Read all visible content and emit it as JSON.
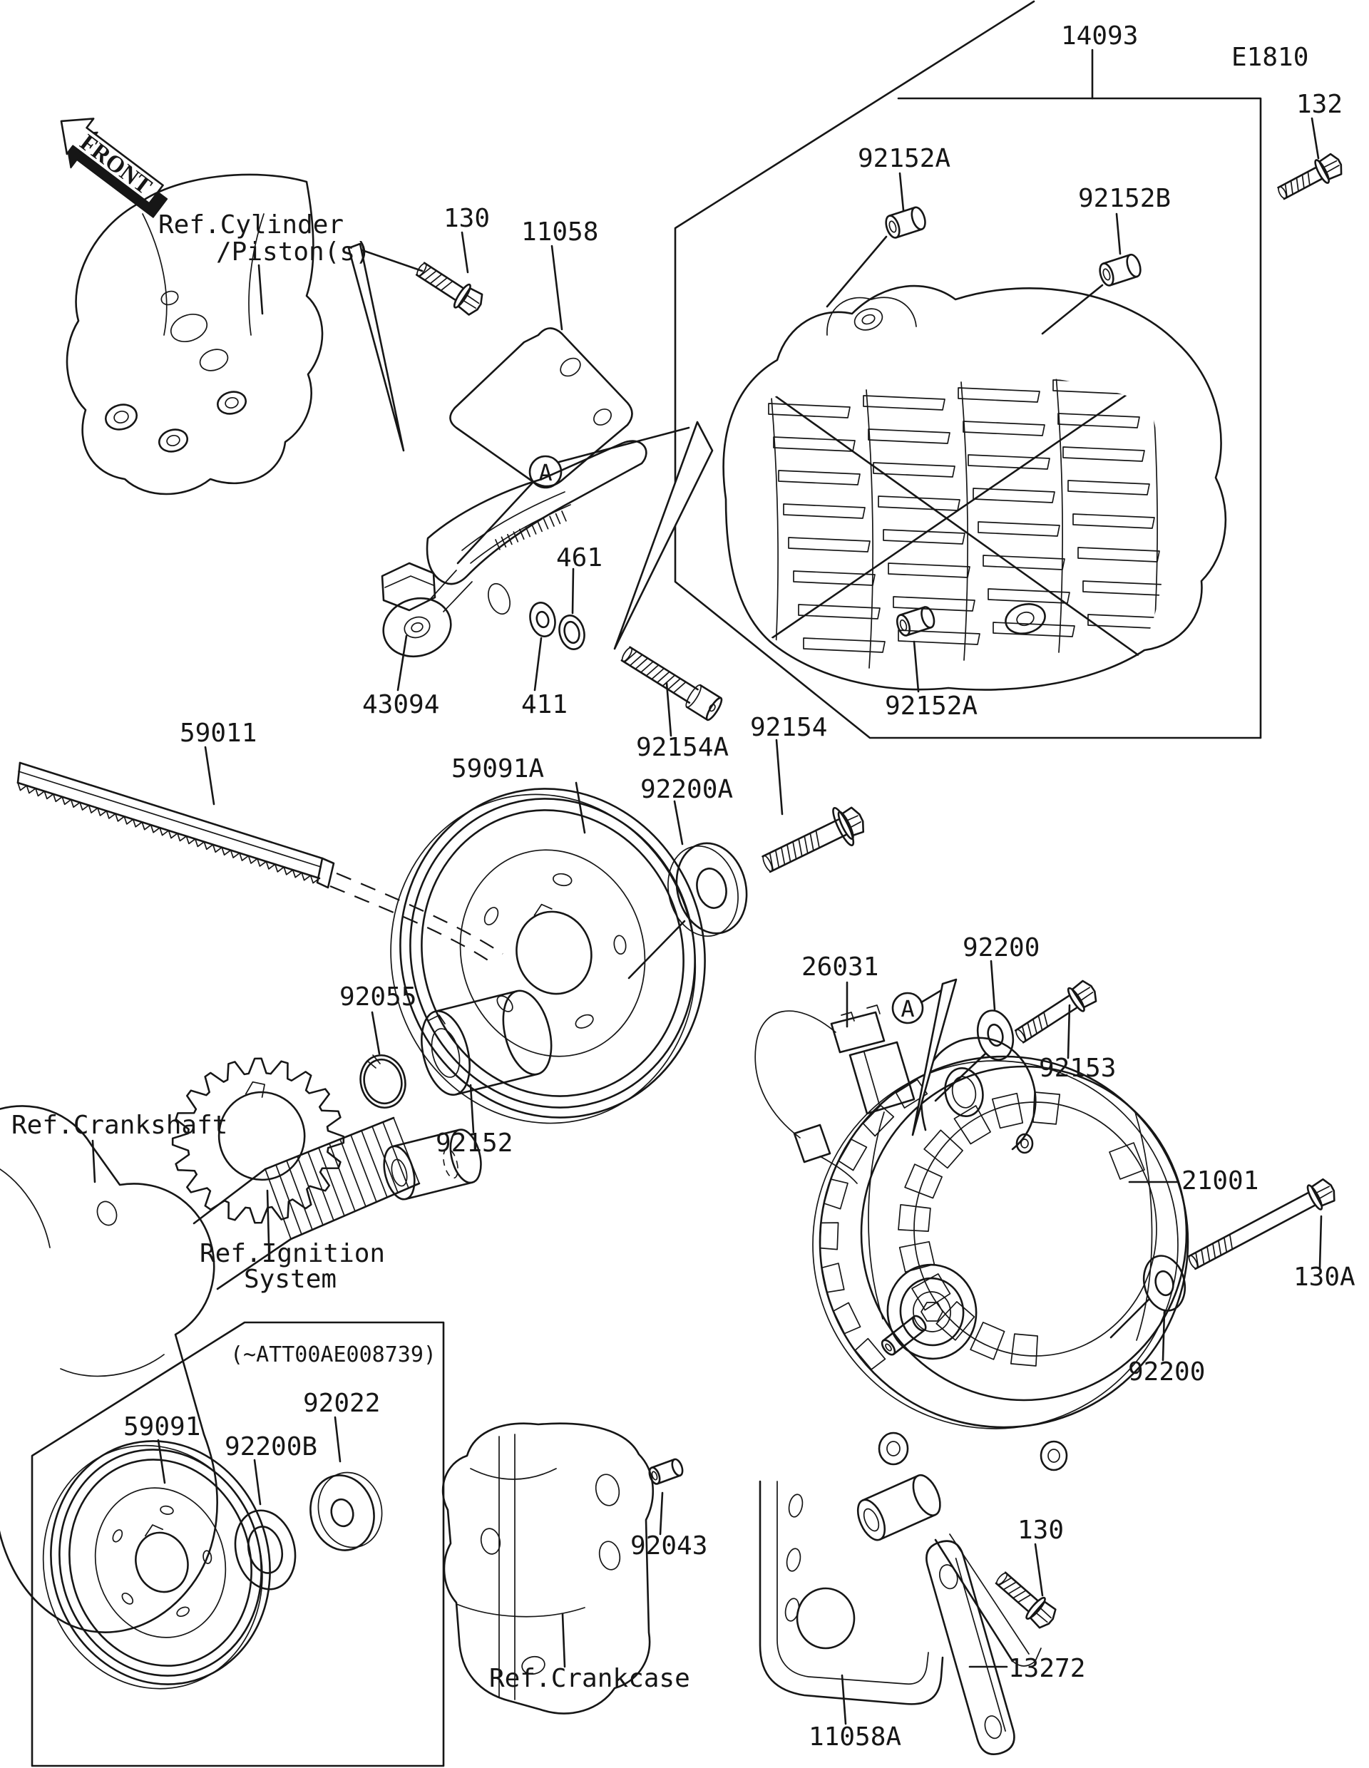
{
  "page": {
    "background": "#ffffff",
    "line_color": "#161616"
  },
  "labels": {
    "front": "FRONT",
    "e_code": "E1810",
    "p14093": "14093",
    "p132": "132",
    "p92152a_top": "92152A",
    "p92152b": "92152B",
    "ref_cylinder_line1": "Ref.Cylinder",
    "ref_cylinder_line2": "/Piston(s)",
    "p130_top": "130",
    "p11058": "11058",
    "view_a_1": "A",
    "p461": "461",
    "p43094": "43094",
    "p411": "411",
    "p92154a": "92154A",
    "p92154": "92154",
    "p92152a_bottom": "92152A",
    "p59011": "59011",
    "p59091a": "59091A",
    "p92200a": "92200A",
    "p92055": "92055",
    "p92152": "92152",
    "ref_crankshaft": "Ref.Crankshaft",
    "ref_ignition_line1": "Ref.Ignition",
    "ref_ignition_line2": "System",
    "p26031": "26031",
    "p92200_upper": "92200",
    "p92153": "92153",
    "view_a_2": "A",
    "p21001": "21001",
    "p130a": "130A",
    "p92200_lower": "92200",
    "serial_range": "(~ATT00AE008739)",
    "p92022": "92022",
    "p59091": "59091",
    "p92200b": "92200B",
    "p92043": "92043",
    "ref_crankcase": "Ref.Crankcase",
    "p130_bottom": "130",
    "p13272": "13272",
    "p11058a": "11058A"
  }
}
